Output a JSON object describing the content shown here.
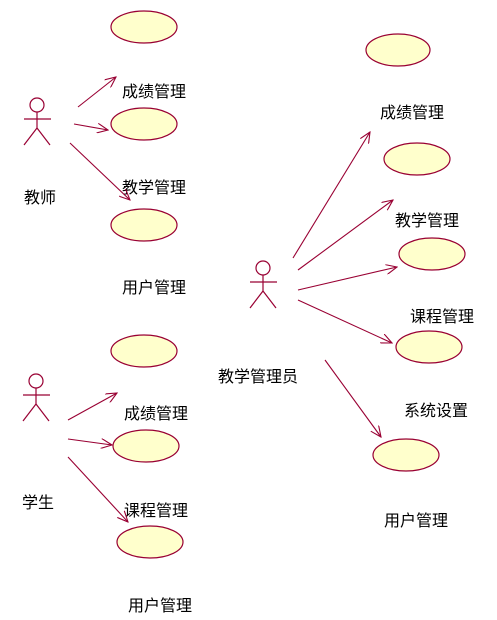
{
  "actors": {
    "teacher": {
      "label": "教师"
    },
    "student": {
      "label": "学生"
    },
    "admin": {
      "label": "教学管理员"
    }
  },
  "use_cases": {
    "teacher": [
      "成绩管理",
      "教学管理",
      "用户管理"
    ],
    "student": [
      "成绩管理",
      "课程管理",
      "用户管理"
    ],
    "admin": [
      "成绩管理",
      "教学管理",
      "课程管理",
      "系统设置",
      "用户管理"
    ]
  },
  "colors": {
    "line": "#990033",
    "use_case_fill": "#ffffcc"
  }
}
